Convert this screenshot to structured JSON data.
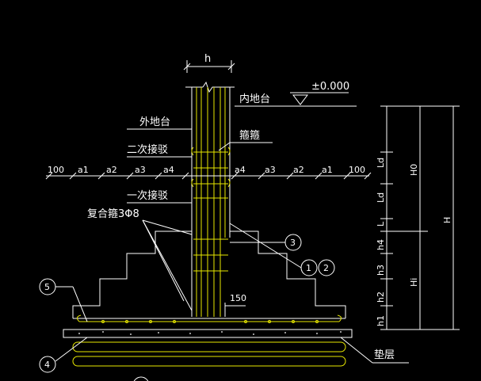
{
  "drawing": {
    "top_dim_label": "h",
    "elevation_label": "±0.000",
    "labels": {
      "inner_ground": "内地台",
      "outer_ground": "外地台",
      "tie_bar": "箍箍",
      "second_splice": "二次接驳",
      "first_splice": "一次接驳",
      "composite_stirrup": "复合箍3Φ8",
      "cushion": "垫层"
    },
    "left_offsets": [
      "100",
      "a1",
      "a2",
      "a3",
      "a4"
    ],
    "right_offsets": [
      "a4",
      "a3",
      "a2",
      "a1",
      "100"
    ],
    "vertical_dims_left": [
      "Ld",
      "Ld",
      "L",
      "h4",
      "h3",
      "h2",
      "h1"
    ],
    "vertical_dims_right": [
      "H0",
      "H",
      "Hi"
    ],
    "bottom_dim": "150",
    "callouts": [
      "5",
      "3",
      "1",
      "2",
      "4"
    ]
  },
  "colors": {
    "background": "#000000",
    "lines": "#ffffff",
    "rebar": "#e8e800"
  }
}
